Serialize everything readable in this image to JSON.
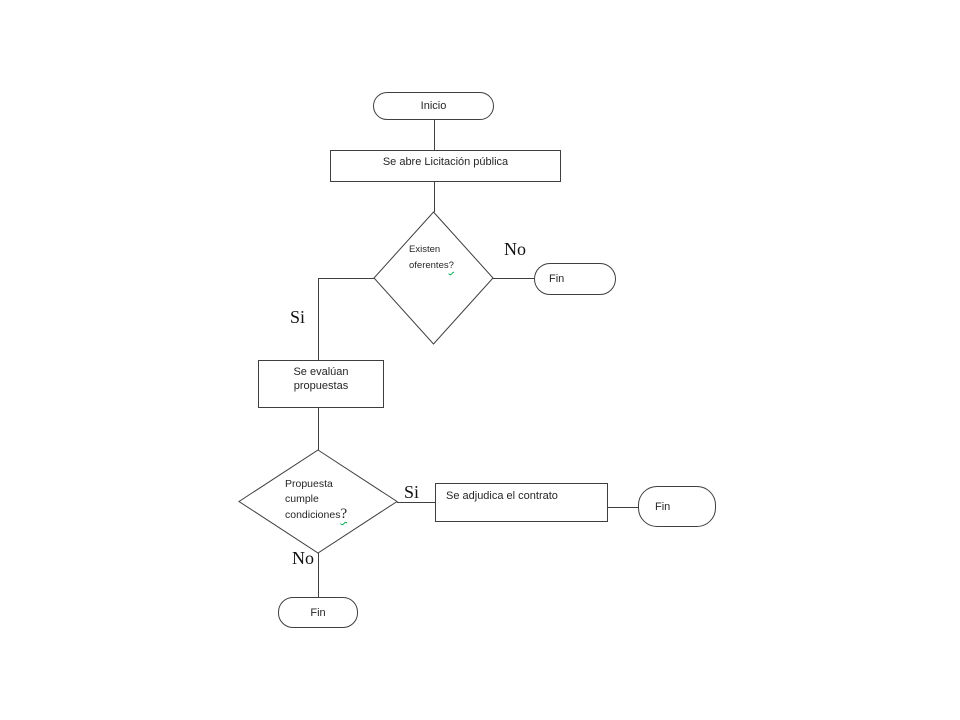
{
  "colors": {
    "bg": "#ffffff",
    "stroke": "#3f3f3f",
    "text": "#262626",
    "label": "#121212",
    "squiggle": "#00b050"
  },
  "nodes": {
    "start": {
      "label": "Inicio"
    },
    "open": {
      "label": "Se abre Licitación pública"
    },
    "decision1": {
      "line1": "Existen",
      "line2": "oferentes",
      "qmark": "?"
    },
    "fin1": {
      "label": "Fin"
    },
    "evaluate": {
      "line1": "Se evalúan",
      "line2": "propuestas"
    },
    "decision2": {
      "line1": "Propuesta",
      "line2": "cumple",
      "line3": "condiciones",
      "qmark": "?"
    },
    "adjudicate": {
      "label": "Se adjudica el contrato"
    },
    "fin2": {
      "label": "Fin"
    },
    "fin3": {
      "label": "Fin"
    }
  },
  "edge_labels": {
    "decision1_no": "No",
    "decision1_si": "Si",
    "decision2_si": "Si",
    "decision2_no": "No"
  }
}
